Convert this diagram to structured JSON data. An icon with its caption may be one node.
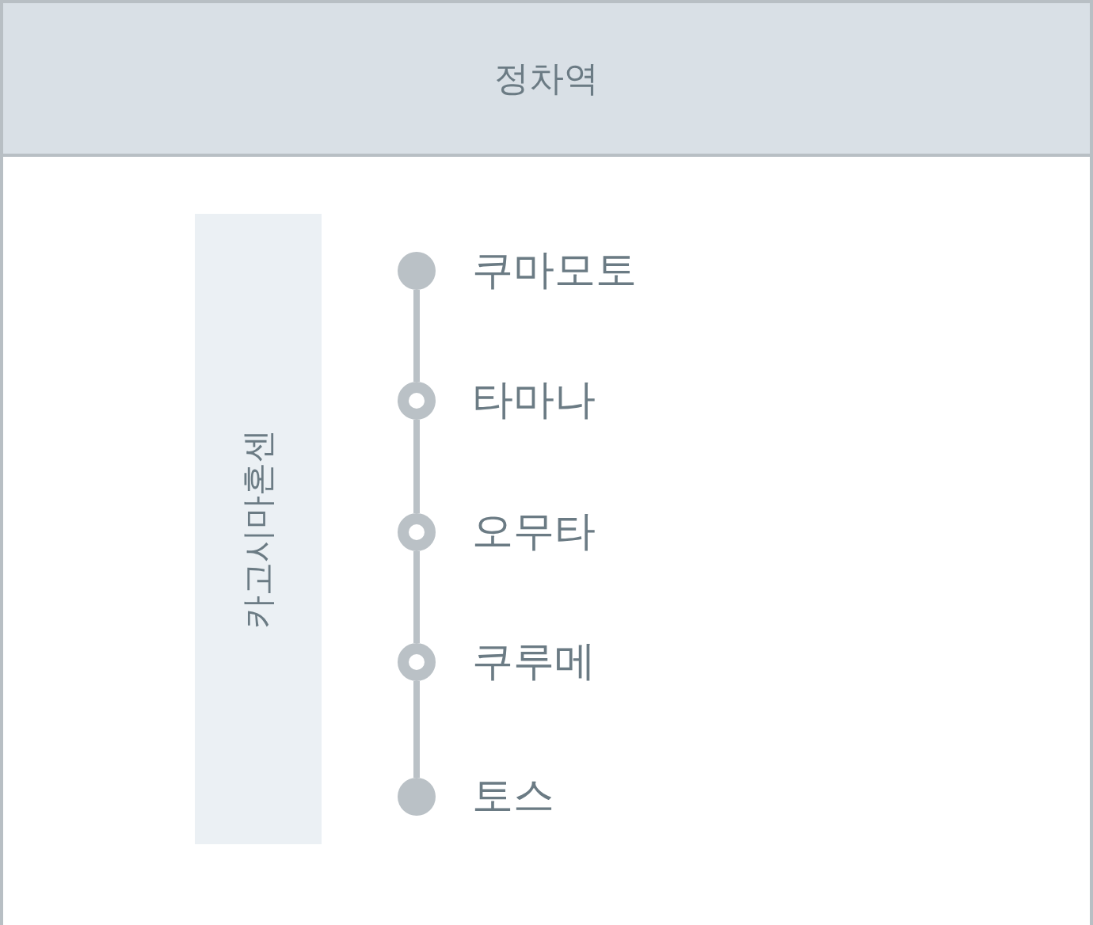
{
  "diagram": {
    "nodes": [
      {
        "text": [
          "정차역"
        ]
      },
      {
        "text": [
          "카고시마혼센"
        ],
        "in": 0
      },
      {
        "text": [],
        "shape": "circle",
        "in": 0,
        "beside": [
          "쿠마모토"
        ]
      },
      {
        "text": [],
        "shape": "ring",
        "in": 0,
        "beside": [
          "타마나"
        ]
      },
      {
        "text": [],
        "shape": "ring",
        "in": 0,
        "beside": [
          "오무타"
        ]
      },
      {
        "text": [],
        "shape": "ring",
        "in": 0,
        "beside": [
          "쿠루메"
        ]
      },
      {
        "text": [],
        "shape": "circle",
        "in": 0,
        "beside": [
          "토스"
        ]
      }
    ],
    "edges": [
      {
        "from": 2,
        "to": 3,
        "arrow": "none"
      },
      {
        "from": 3,
        "to": 4,
        "arrow": "none"
      },
      {
        "from": 4,
        "to": 5,
        "arrow": "none"
      },
      {
        "from": 5,
        "to": 6,
        "arrow": "none"
      }
    ]
  }
}
